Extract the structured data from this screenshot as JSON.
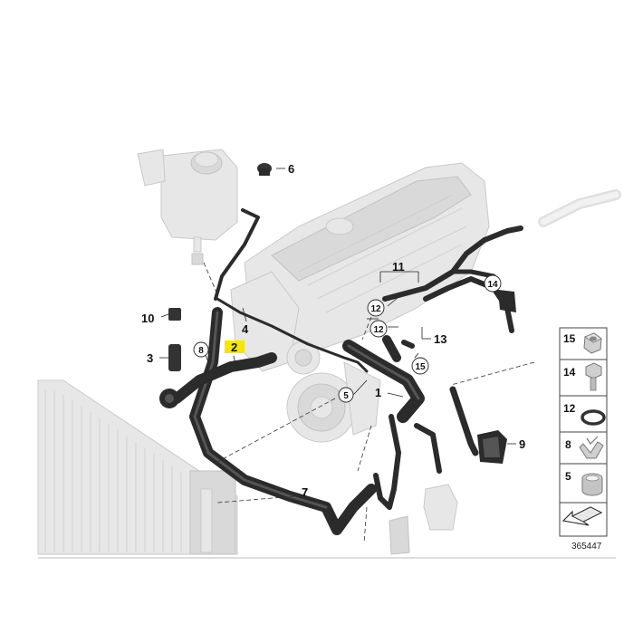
{
  "diagram": {
    "reference_number": "365447",
    "highlight_color": "#f5e500",
    "hose_color": "#2b2b2b",
    "ghost_color": "#e7e7e7",
    "callouts": [
      {
        "id": "c1",
        "label": "1"
      },
      {
        "id": "c2",
        "label": "2",
        "highlighted": true
      },
      {
        "id": "c3",
        "label": "3"
      },
      {
        "id": "c4",
        "label": "4"
      },
      {
        "id": "c6",
        "label": "6"
      },
      {
        "id": "c7",
        "label": "7"
      },
      {
        "id": "c9",
        "label": "9"
      },
      {
        "id": "c10",
        "label": "10"
      },
      {
        "id": "c11",
        "label": "11"
      },
      {
        "id": "c13",
        "label": "13"
      }
    ],
    "circled_callouts": [
      {
        "id": "cc5",
        "label": "5"
      },
      {
        "id": "cc8",
        "label": "8"
      },
      {
        "id": "cc12a",
        "label": "12"
      },
      {
        "id": "cc12b",
        "label": "12"
      },
      {
        "id": "cc14",
        "label": "14"
      },
      {
        "id": "cc15",
        "label": "15"
      }
    ],
    "legend": [
      {
        "label": "15",
        "icon": "hex-nut-icon"
      },
      {
        "label": "14",
        "icon": "hex-bolt-icon"
      },
      {
        "label": "12",
        "icon": "o-ring-icon"
      },
      {
        "label": "8",
        "icon": "spring-clip-icon"
      },
      {
        "label": "5",
        "icon": "hose-clamp-icon"
      }
    ],
    "legend_footer_icon": "arrow-view-icon"
  }
}
